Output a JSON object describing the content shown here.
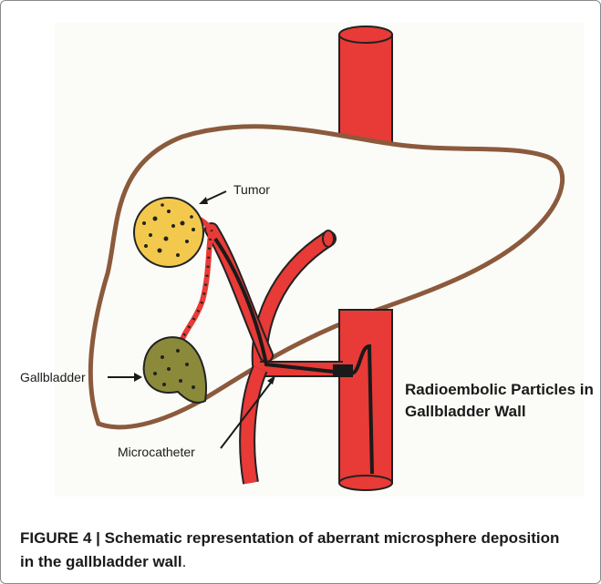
{
  "labels": {
    "tumor": "Tumor",
    "gallbladder": "Gallbladder",
    "microcatheter": "Microcatheter",
    "particles_line1": "Radioembolic Particles in",
    "particles_line2": "Gallbladder Wall"
  },
  "caption": {
    "figure": "FIGURE 4 | Schematic representation of aberrant microsphere deposition in the gallbladder wall",
    "period": "."
  },
  "colors": {
    "liver_outline": "#8b5a3c",
    "vessel": "#e83a36",
    "catheter": "#1a1a1a",
    "tumor": "#f2c94c",
    "gallbladder": "#8a8a3a"
  }
}
